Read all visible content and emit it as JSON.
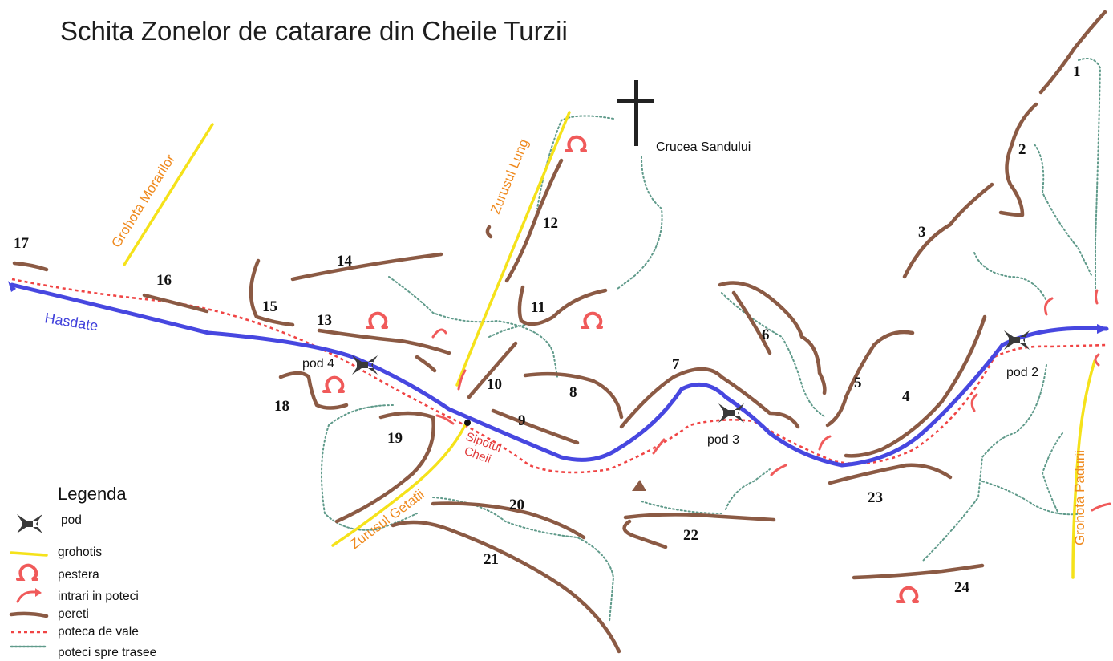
{
  "title": "Schita Zonelor de catarare din Cheile Turzii",
  "zones": [
    "1",
    "2",
    "3",
    "4",
    "5",
    "6",
    "7",
    "8",
    "9",
    "10",
    "11",
    "12",
    "13",
    "14",
    "15",
    "16",
    "17",
    "18",
    "19",
    "20",
    "21",
    "22",
    "23",
    "24"
  ],
  "river": {
    "name": "Hasdate",
    "color": "#4747e0"
  },
  "bridges": [
    "pod 4",
    "pod 3",
    "pod 2"
  ],
  "landmarks": {
    "cross": "Crucea Sandului",
    "spring_line1": "Sipotul",
    "spring_line2": "Cheii"
  },
  "scree_fields": [
    "Grohota Morarilor",
    "Zurusul Lung",
    "Zurusul Getatii",
    "Grohota Padurii"
  ],
  "legend": {
    "title": "Legenda",
    "items": [
      {
        "icon": "bridge-icon",
        "label": "pod"
      },
      {
        "icon": "scree-line-icon",
        "label": "grohotis"
      },
      {
        "icon": "cave-icon",
        "label": "pestera"
      },
      {
        "icon": "trail-entry-arrow-icon",
        "label": "intrari in poteci"
      },
      {
        "icon": "wall-line-icon",
        "label": "pereti"
      },
      {
        "icon": "valley-path-icon",
        "label": "poteca de vale"
      },
      {
        "icon": "route-path-icon",
        "label": "poteci spre trasee"
      }
    ]
  },
  "colors": {
    "wall": "#8b5a44",
    "scree": "#f5e21a",
    "scree_label": "#ef8a1f",
    "cave": "#f05a5a",
    "valley_path": "#f04444",
    "route_path": "#5f9a8a",
    "bridge": "#3a3a3a"
  }
}
